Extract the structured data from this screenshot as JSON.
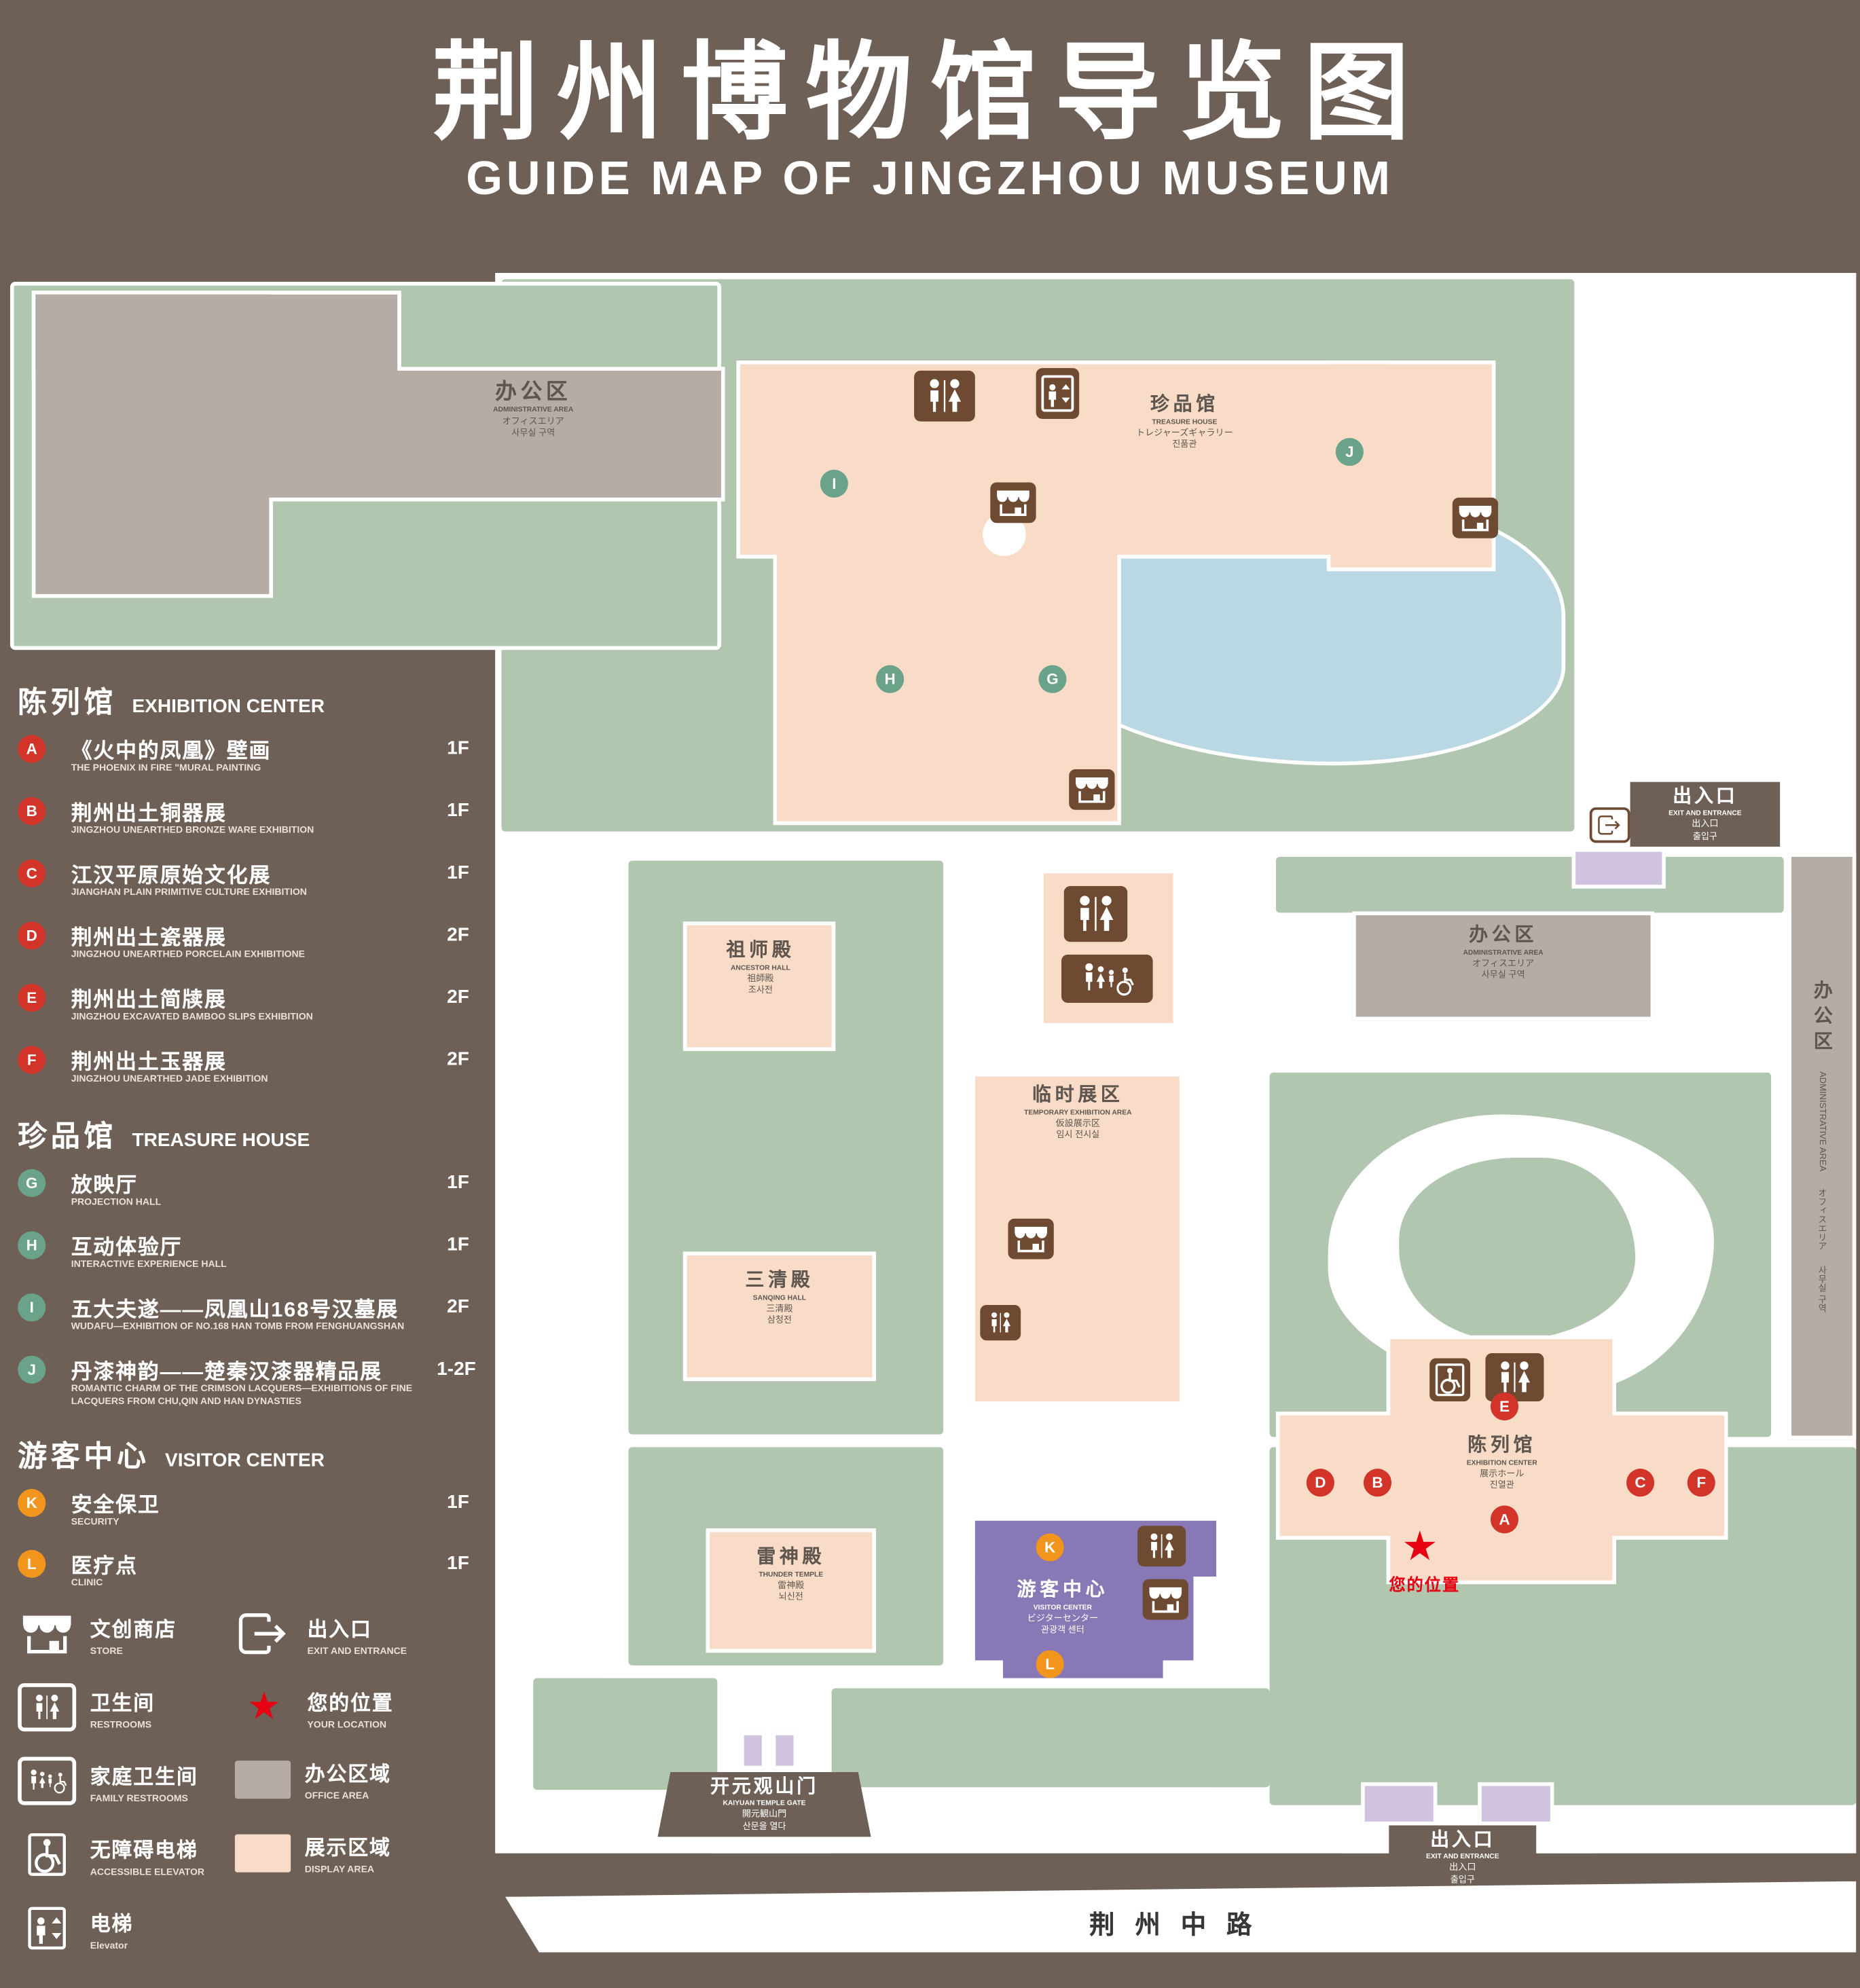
{
  "title": {
    "zh": "荆州博物馆导览图",
    "en": "GUIDE MAP OF JINGZHOU MUSEUM"
  },
  "colors": {
    "background": "#6e6057",
    "green_area": "#b0c6af",
    "display_area": "#f9dcc8",
    "office_area": "#b5aca6",
    "visitor_center": "#8878b5",
    "pond": "#bad8e3",
    "marker_red": "#d2342a",
    "marker_green": "#6aa389",
    "marker_orange": "#f2951d",
    "location_red": "#e60012",
    "icon_brown": "#6d4a31"
  },
  "icons": {
    "location_star": "★",
    "restrooms": "man-woman-figures",
    "family_restrooms": "family-figures-wheelchair",
    "elevator": "person-in-box-with-arrows",
    "accessible_elevator": "wheelchair-in-box",
    "store": "awning-storefront",
    "exit": "door-with-arrow"
  },
  "legend": {
    "sections": [
      {
        "zh": "陈列馆",
        "en": "EXHIBITION CENTER",
        "items": [
          {
            "code": "A",
            "zh": "《火中的凤凰》壁画",
            "en": "THE PHOENIX IN FIRE \"MURAL PAINTING",
            "floor": "1F"
          },
          {
            "code": "B",
            "zh": "荆州出土铜器展",
            "en": "JINGZHOU UNEARTHED BRONZE WARE EXHIBITION",
            "floor": "1F"
          },
          {
            "code": "C",
            "zh": "江汉平原原始文化展",
            "en": "JIANGHAN PLAIN PRIMITIVE CULTURE EXHIBITION",
            "floor": "1F"
          },
          {
            "code": "D",
            "zh": "荆州出土瓷器展",
            "en": "JINGZHOU UNEARTHED PORCELAIN EXHIBITIONE",
            "floor": "2F"
          },
          {
            "code": "E",
            "zh": "荆州出土简牍展",
            "en": "JINGZHOU EXCAVATED BAMBOO SLIPS EXHIBITION",
            "floor": "2F"
          },
          {
            "code": "F",
            "zh": "荆州出土玉器展",
            "en": "JINGZHOU UNEARTHED JADE EXHIBITION",
            "floor": "2F"
          }
        ]
      },
      {
        "zh": "珍品馆",
        "en": "TREASURE HOUSE",
        "items": [
          {
            "code": "G",
            "zh": "放映厅",
            "en": "PROJECTION HALL",
            "floor": "1F"
          },
          {
            "code": "H",
            "zh": "互动体验厅",
            "en": "INTERACTIVE EXPERIENCE HALL",
            "floor": "1F"
          },
          {
            "code": "I",
            "zh": "五大夫遂——凤凰山168号汉墓展",
            "en": "WUDAFU—EXHIBITION OF NO.168 HAN TOMB FROM FENGHUANGSHAN",
            "floor": "2F"
          },
          {
            "code": "J",
            "zh": "丹漆神韵——楚秦汉漆器精品展",
            "en": "ROMANTIC CHARM OF THE CRIMSON LACQUERS—EXHIBITIONS OF FINE LACQUERS FROM CHU,QIN AND HAN DYNASTIES",
            "floor": "1-2F"
          }
        ]
      },
      {
        "zh": "游客中心",
        "en": "VISITOR CENTER",
        "items": [
          {
            "code": "K",
            "zh": "安全保卫",
            "en": "SECURITY",
            "floor": "1F"
          },
          {
            "code": "L",
            "zh": "医疗点",
            "en": "CLINIC",
            "floor": "1F"
          }
        ]
      }
    ],
    "symbols": {
      "store": {
        "zh": "文创商店",
        "en": "STORE"
      },
      "exit": {
        "zh": "出入口",
        "en": "EXIT AND ENTRANCE"
      },
      "restrooms": {
        "zh": "卫生间",
        "en": "RESTROOMS"
      },
      "location": {
        "zh": "您的位置",
        "en": "YOUR LOCATION"
      },
      "family": {
        "zh": "家庭卫生间",
        "en": "FAMILY RESTROOMS"
      },
      "office": {
        "zh": "办公区域",
        "en": "OFFICE AREA",
        "swatch": "#b5aca6"
      },
      "accessible": {
        "zh": "无障碍电梯",
        "en": "ACCESSIBLE ELEVATOR"
      },
      "display": {
        "zh": "展示区域",
        "en": "DISPLAY AREA",
        "swatch": "#f9dcc8"
      },
      "elevator": {
        "zh": "电梯",
        "en": "Elevator"
      }
    }
  },
  "map": {
    "buildings": {
      "office_top_left": {
        "zh": "办公区",
        "en": "ADMINISTRATIVE AREA",
        "ja": "オフィスエリア",
        "ko": "사무실 구역"
      },
      "treasure_house": {
        "zh": "珍品馆",
        "en": "TREASURE HOUSE",
        "ja": "トレジャーズギャラリー",
        "ko": "진품관"
      },
      "ancestor_hall": {
        "zh": "祖师殿",
        "en": "ANCESTOR HALL",
        "ja": "祖師殿",
        "ko": "조사전"
      },
      "office_middle": {
        "zh": "办公区",
        "en": "ADMINISTRATIVE AREA",
        "ja": "オフィスエリア",
        "ko": "사무실 구역"
      },
      "office_right": {
        "zh": "办公区",
        "en": "ADMINISTRATIVE AREA",
        "ja": "オフィスエリア",
        "ko": "사무실 구역"
      },
      "temporary_exhibition": {
        "zh": "临时展区",
        "en": "TEMPORARY EXHIBITION AREA",
        "ja": "仮設展示区",
        "ko": "임시 전시실"
      },
      "sanqing_hall": {
        "zh": "三清殿",
        "en": "SANQING HALL",
        "ja": "三清殿",
        "ko": "삼청전"
      },
      "thunder_temple": {
        "zh": "雷神殿",
        "en": "THUNDER TEMPLE",
        "ja": "雷神殿",
        "ko": "뇌신전"
      },
      "visitor_center": {
        "zh": "游客中心",
        "en": "VISITOR CENTER",
        "ja": "ビジターセンター",
        "ko": "관광객 센터"
      },
      "exhibition_center": {
        "zh": "陈列馆",
        "en": "EXHIBITION CENTER",
        "ja": "展示ホール",
        "ko": "진열관"
      },
      "gate": {
        "zh": "开元观山门",
        "en": "KAIYUAN TEMPLE GATE",
        "ja": "開元観山門",
        "ko": "산문을 열다"
      }
    },
    "exits": {
      "right": {
        "zh": "出入口",
        "en": "EXIT AND ENTRANCE",
        "ja": "出入口",
        "ko": "출입구"
      },
      "bottom": {
        "zh": "出入口",
        "en": "EXIT AND ENTRANCE",
        "ja": "出入口",
        "ko": "출입구"
      }
    },
    "your_location": {
      "zh": "您的位置"
    },
    "road": {
      "zh": "荆州中路"
    }
  }
}
